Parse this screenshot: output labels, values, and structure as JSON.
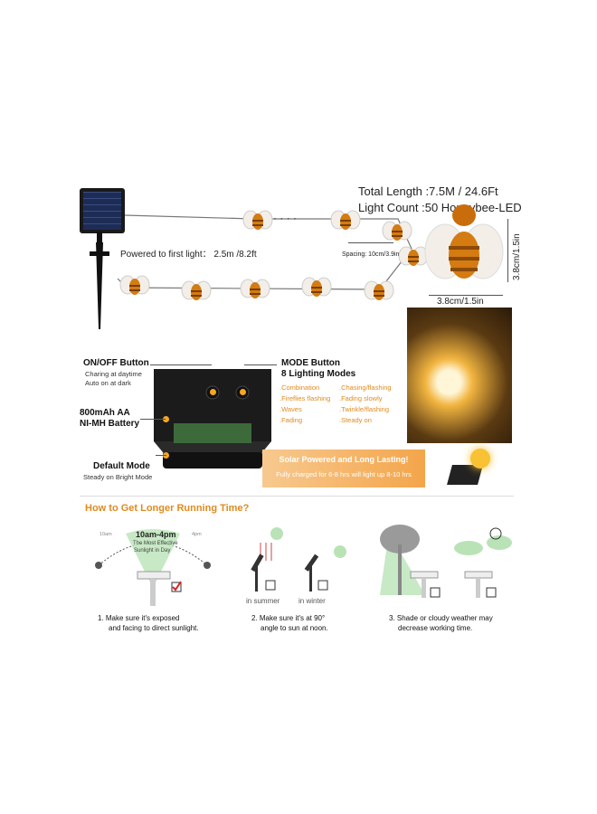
{
  "specs": {
    "total_length": "Total Length :7.5M / 24.6Ft",
    "light_count": "Light Count :50 Honeybee-LED",
    "first_light": "Powered to first light： 2.5m /8.2ft",
    "spacing": "Spacing: 10cm/3.9in",
    "height": "3.8cm/1.5in",
    "width": "3.8cm/1.5in",
    "dots": "· · · ·"
  },
  "controls": {
    "onoff_title": "ON/OFF Button",
    "onoff_sub1": "Charing at daytime",
    "onoff_sub2": "Auto on at dark",
    "battery_line1": "800mAh AA",
    "battery_line2": "NI-MH Battery",
    "default_title": "Default Mode",
    "default_sub": "Steady on Bright Mode",
    "mode_title": "MODE Button",
    "mode_sub": "8 Lighting Modes",
    "modes": [
      ".Combination",
      ".Chasing/flashing",
      ".Fireflies flashing",
      ".Fading slowly",
      ".Waves",
      ".Twinkle/flashing",
      ".Fading",
      ".Steady on"
    ]
  },
  "banner": {
    "title": "Solar Powered and Long Lasting!",
    "sub": "Fully charged for 6-8 hrs will light up 8-10 hrs"
  },
  "tips": {
    "heading": "How to Get Longer Running Time?",
    "time_window": "10am-4pm",
    "time_sub1": "The Most Effective",
    "time_sub2": "Sunlight in Day",
    "time_left": "10am",
    "time_right": "4pm",
    "in_summer": "in summer",
    "in_winter": "in winter",
    "tip1_line1": "1. Make sure it's exposed",
    "tip1_line2": "and facing to direct sunlight.",
    "tip2_line1": "2. Make sure it's at 90°",
    "tip2_line2": "angle to sun at noon.",
    "tip3_line1": "3. Shade or cloudy weather may",
    "tip3_line2": "decrease working time."
  },
  "colors": {
    "accent": "#e08a1e",
    "banner": "#f4b26a",
    "sky": "#b9e3b6",
    "bee_body": "#d47b12",
    "wing": "#f3efe8"
  }
}
